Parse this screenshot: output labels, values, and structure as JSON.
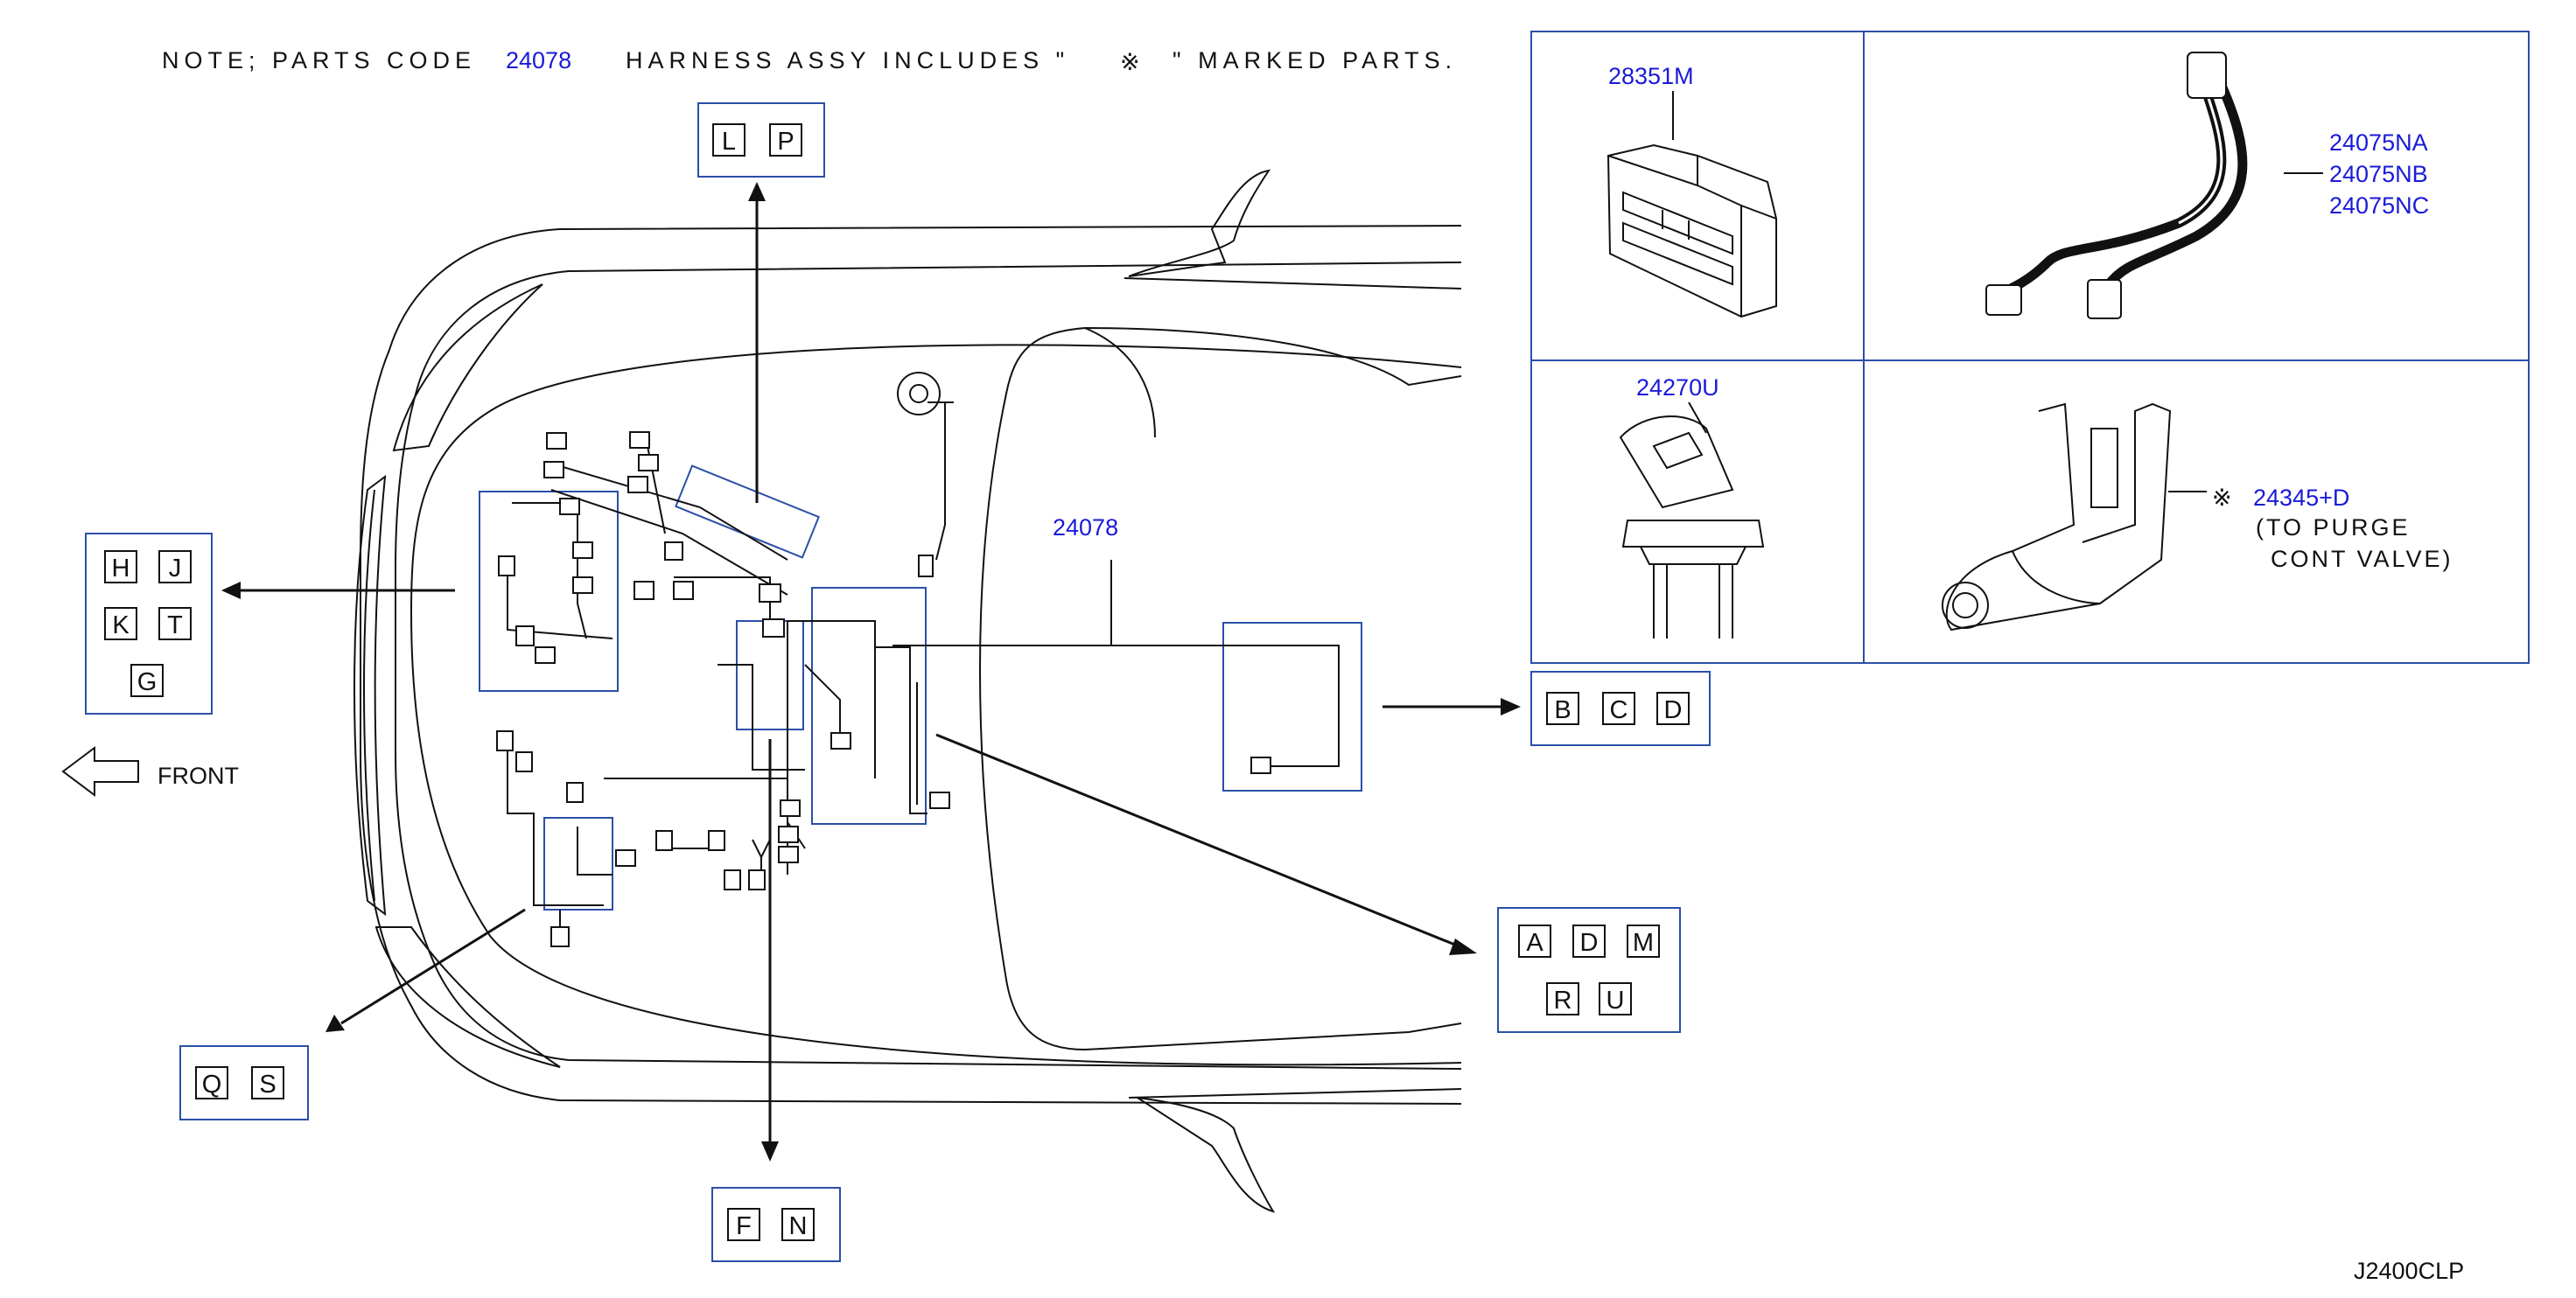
{
  "note": {
    "prefix": "NOTE;  PARTS  CODE",
    "code": "24078",
    "middle": "HARNESS  ASSY  INCLUDES  \"",
    "mark": "※",
    "suffix": "\"  MARKED  PARTS."
  },
  "diagram_id": "J2400CLP",
  "front_label": "FRONT",
  "harness_label": "24078",
  "callout_groups": {
    "LP": [
      "L",
      "P"
    ],
    "HJKTG": [
      "H",
      "J",
      "K",
      "T",
      "G"
    ],
    "QS": [
      "Q",
      "S"
    ],
    "FN": [
      "F",
      "N"
    ],
    "BCD": [
      "B",
      "C",
      "D"
    ],
    "ADMRU": [
      "A",
      "D",
      "M",
      "R",
      "U"
    ]
  },
  "parts": {
    "p1": {
      "code": "28351M"
    },
    "p2": {
      "codes": [
        "24075NA",
        "24075NB",
        "24075NC"
      ]
    },
    "p3": {
      "code": "24270U"
    },
    "p4": {
      "mark": "※",
      "code": "24345+D",
      "desc1": "(TO  PURGE",
      "desc2": "CONT  VALVE)"
    }
  },
  "colors": {
    "label_blue": "#1a1ad8",
    "frame_blue": "#2b4fa8",
    "line": "#111111"
  }
}
